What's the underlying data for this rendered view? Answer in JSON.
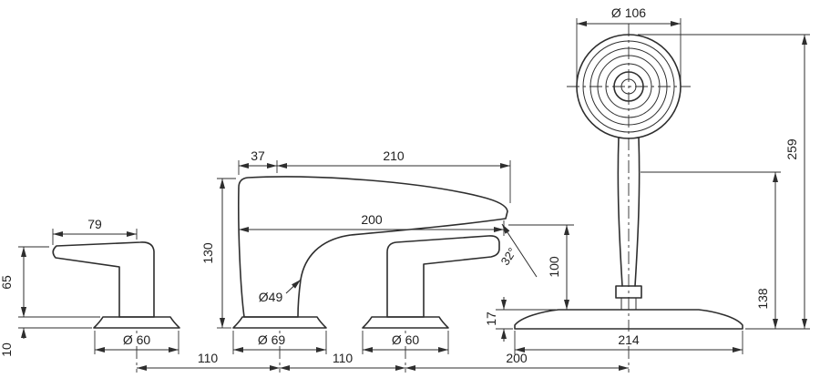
{
  "diagram": {
    "type": "technical-dimension-drawing",
    "subject": "4-hole rim-mounted bath mixer with hand shower",
    "colors": {
      "line": "#2e2e2e",
      "background": "#ffffff"
    },
    "labels": {
      "shower_head_diameter": "Ø 106",
      "total_height_above_rim": "259",
      "hose_connection_height": "138",
      "shower_base_width": "214",
      "shower_base_height": "17",
      "outlet_height": "100",
      "jet_angle": "32°",
      "spout_top_back_width": "37",
      "spout_top_reach": "210",
      "spout_height": "130",
      "spout_outlet_reach": "200",
      "spout_shaft_diameter": "Ø49",
      "spout_base_diameter": "Ø 69",
      "handle_length": "79",
      "handle_height": "65",
      "handle_base_height": "10",
      "left_handle_base_diameter": "Ø 60",
      "right_handle_base_diameter": "Ø 60",
      "pitch_left_handle_to_spout": "110",
      "pitch_spout_to_right_handle": "110",
      "pitch_right_handle_to_shower": "200"
    }
  }
}
